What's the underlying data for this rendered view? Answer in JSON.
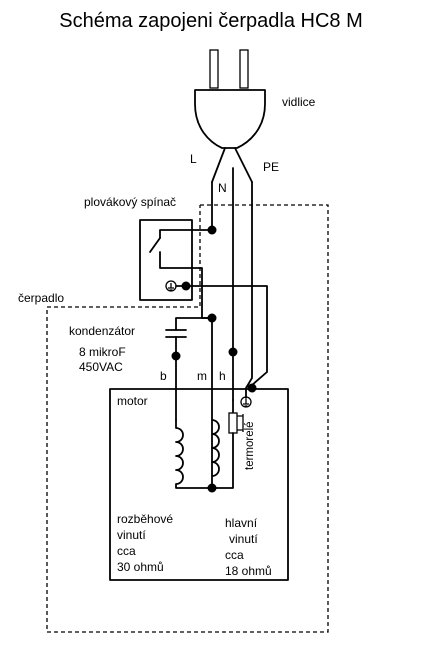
{
  "title": "Schéma zapojeni čerpadla HC8 M",
  "labels": {
    "plug": "vidlice",
    "live": "L",
    "neutral": "N",
    "earth": "PE",
    "float_switch": "plovákový spínač",
    "pump": "čerpadlo",
    "capacitor": "kondenzátor",
    "cap_value": "8 mikroF",
    "cap_voltage": "450VAC",
    "terminal_b": "b",
    "terminal_m": "m",
    "terminal_h": "h",
    "motor": "motor",
    "thermal": "termorelé",
    "start_winding": [
      "rozběhové",
      "vinutí",
      "cca",
      "30 ohmů"
    ],
    "main_winding": [
      "hlavní",
      "vinutí",
      "cca",
      "18 ohmů"
    ]
  }
}
